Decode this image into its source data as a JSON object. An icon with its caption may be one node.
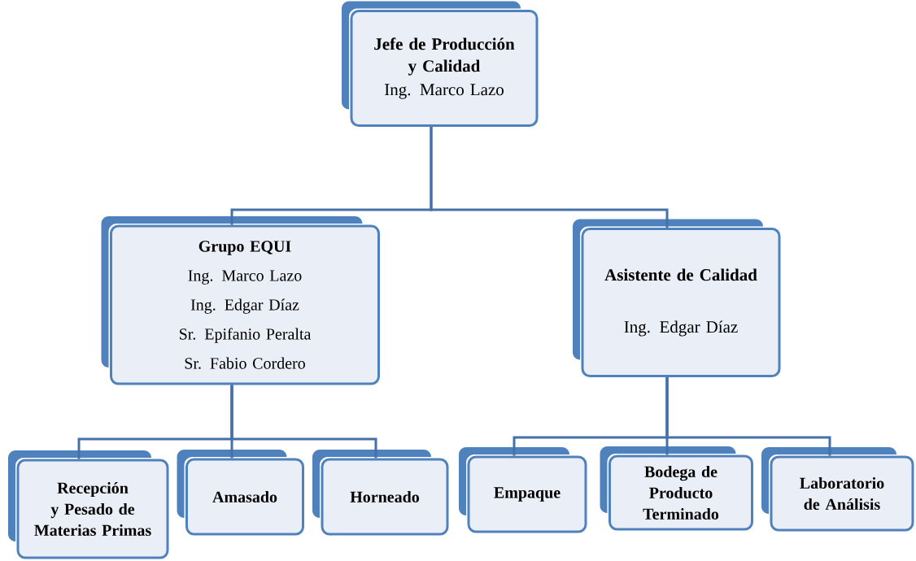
{
  "diagram": {
    "nodes": [
      {
        "text": [
          "Jefe de Producción y Calidad",
          "Ing. Marco Lazo"
        ]
      },
      {
        "text": [
          "Grupo EQUI",
          "Ing. Marco Lazo",
          "Ing. Edgar Díaz",
          "Sr. Epifanio Peralta",
          "Sr. Fabio Cordero"
        ]
      },
      {
        "text": [
          "Asistente de Calidad",
          "Ing. Edgar Díaz"
        ]
      },
      {
        "text": [
          "Recepción y Pesado de Materias Primas"
        ]
      },
      {
        "text": [
          "Amasado"
        ]
      },
      {
        "text": [
          "Horneado"
        ]
      },
      {
        "text": [
          "Empaque"
        ]
      },
      {
        "text": [
          "Bodega de Producto Terminado"
        ]
      },
      {
        "text": [
          "Laboratorio de Análisis"
        ]
      }
    ],
    "edges": [
      {
        "from": 0,
        "to": 1,
        "arrow": "none"
      },
      {
        "from": 0,
        "to": 2,
        "arrow": "none"
      },
      {
        "from": 1,
        "to": 3,
        "arrow": "none"
      },
      {
        "from": 1,
        "to": 4,
        "arrow": "none"
      },
      {
        "from": 1,
        "to": 5,
        "arrow": "none"
      },
      {
        "from": 2,
        "to": 6,
        "arrow": "none"
      },
      {
        "from": 2,
        "to": 7,
        "arrow": "none"
      },
      {
        "from": 2,
        "to": 8,
        "arrow": "none"
      }
    ]
  }
}
